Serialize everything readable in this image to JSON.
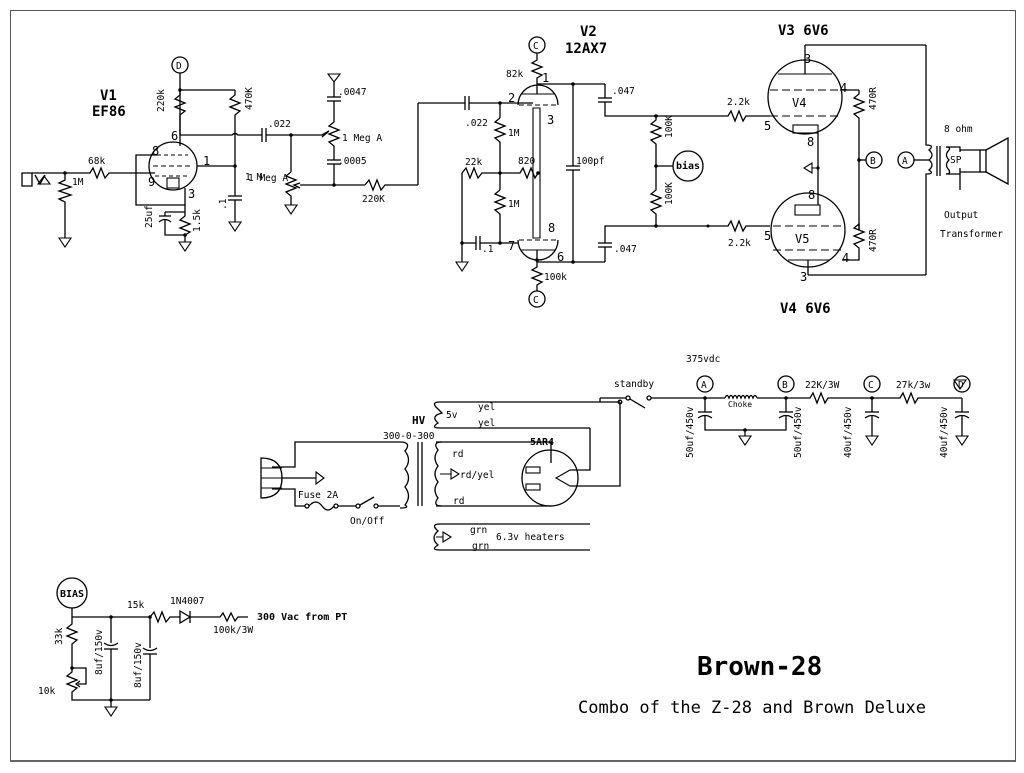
{
  "title": "Brown-28",
  "subtitle": "Combo of the Z-28 and Brown Deluxe",
  "tubes": {
    "v1": {
      "label": "V1",
      "type": "EF86",
      "pins": [
        "6",
        "8",
        "9",
        "1",
        "3"
      ]
    },
    "v2": {
      "label": "V2",
      "type": "12AX7",
      "pins": [
        "1",
        "2",
        "3",
        "8",
        "7",
        "6"
      ]
    },
    "v3": {
      "label": "V3 6V6",
      "inner": "V4",
      "pins": [
        "3",
        "4",
        "5",
        "8"
      ]
    },
    "v4": {
      "label": "V4 6V6",
      "inner": "V5",
      "pins": [
        "8",
        "5",
        "4",
        "3"
      ]
    },
    "rectifier": {
      "label": "5AR4"
    }
  },
  "preamp": {
    "input_resistor": "68k",
    "grid_leak": "1M",
    "plate_resistor": "220k",
    "screen_resistor": "470K",
    "cathode_cap": "25uf",
    "cathode_resistor": "1.5k",
    "screen_bypass": ".1",
    "screen_bypass_label": "1 M",
    "coupling_cap": ".022",
    "tone_cap_top": ".0047",
    "tone_pot": "1 Meg A",
    "tone_cap_bottom": ".0005",
    "volume_pot": "1 Meg A",
    "mixing_resistor": "220K"
  },
  "phase_inverter": {
    "input_cap": ".022",
    "plate_load": "82k",
    "grid_resistor_top": "1M",
    "grid_resistor_bottom": "1M",
    "tail_resistor": "22k",
    "cathode_resistor": "820",
    "bypass_cap": ".1",
    "plate_load_bottom": "100k",
    "feedback_cap": "100pf",
    "coupling_top": ".047",
    "coupling_bottom": ".047"
  },
  "power_amp": {
    "grid_stopper_top": "2.2k",
    "grid_stopper_bottom": "2.2k",
    "bias_resistor_top": "100K",
    "bias_resistor_bottom": "100K",
    "bias_label": "bias",
    "screen_resistor_top": "470R",
    "screen_resistor_bottom": "470R",
    "output_impedance": "8 ohm",
    "speaker_label": "SP",
    "transformer_label_1": "Output",
    "transformer_label_2": "Transformer"
  },
  "power_supply": {
    "ht_label": "HV",
    "ht_rating": "300-0-300",
    "fuse_label": "Fuse 2A",
    "switch_label": "On/Off",
    "winding_5v": "5v",
    "yel_1": "yel",
    "yel_2": "yel",
    "rd_1": "rd",
    "rd_ct": "rd/yel",
    "rd_2": "rd",
    "grn_1": "grn",
    "grn_2": "grn",
    "heaters_label": "6.3v heaters",
    "standby_label": "standby",
    "dc_voltage": "375vdc",
    "choke_label": "Choke",
    "filter_1": "50uf/450v",
    "filter_2": "50uf/450v",
    "dropping_1": "22K/3W",
    "filter_3": "40uf/450v",
    "dropping_2": "27k/3w",
    "filter_4": "40uf/450v"
  },
  "bias_supply": {
    "node_label": "BIAS",
    "series_resistor": "33k",
    "pot": "10k",
    "cap_1": "8uf/150v",
    "filter_resistor": "15k",
    "cap_2": "8uf/150v",
    "diode": "1N4007",
    "input_resistor": "100k/3W",
    "source": "300 Vac from PT"
  },
  "nodes": {
    "a": "A",
    "b": "B",
    "c": "C",
    "d": "D"
  }
}
